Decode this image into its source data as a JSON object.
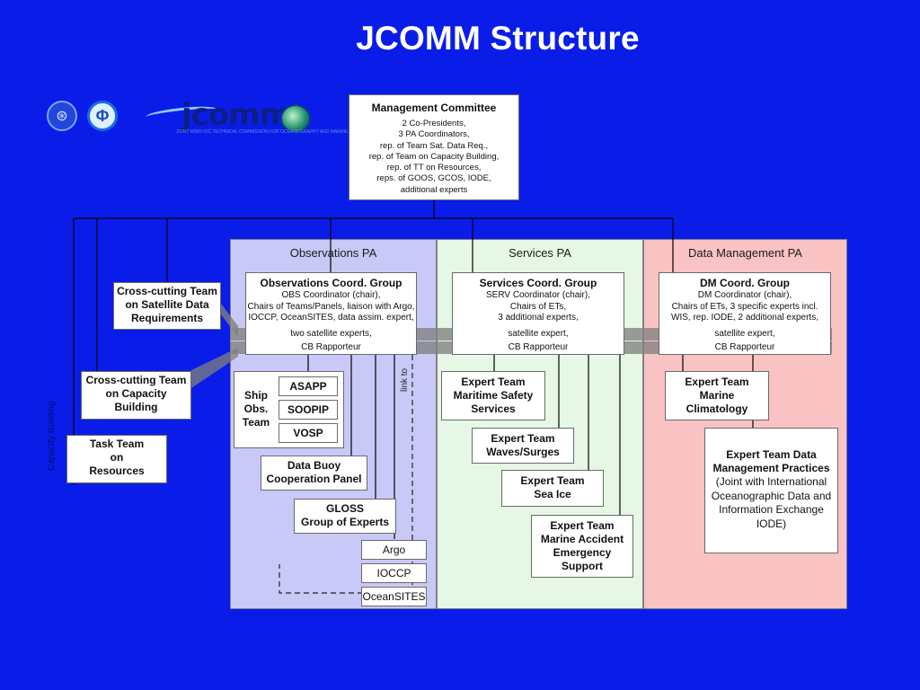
{
  "title": "JCOMM Structure",
  "logos": {
    "un_icon": "un-emblem-icon",
    "ioc_icon": "ioc-emblem-icon",
    "jcomm_text": "jcomm",
    "jcomm_sub": "JOINT WMO-IOC TECHNICAL COMMISSION FOR OCEANOGRAPHY AND MARINE METEOROLOGY"
  },
  "management_committee": {
    "title": "Management Committee",
    "lines": [
      "2 Co-Presidents,",
      "3 PA Coordinators,",
      "rep. of Team Sat. Data Req.,",
      "rep. of Team on Capacity Building,",
      "rep. of TT on Resources,",
      "reps. of GOOS, GCOS, IODE,",
      "additional experts"
    ]
  },
  "program_areas": {
    "observations": {
      "title": "Observations PA",
      "group_title": "Observations Coord. Group",
      "group_lines": [
        "OBS Coordinator (chair),",
        "Chairs of Teams/Panels, liaison with Argo,",
        "IOCCP, OceanSITES, data assim. expert,"
      ],
      "band1": "two satellite experts,",
      "band2": "CB Rapporteur"
    },
    "services": {
      "title": "Services PA",
      "group_title": "Services Coord. Group",
      "group_lines": [
        "SERV Coordinator (chair),",
        "Chairs of ETs,",
        "3 additional experts,"
      ],
      "band1": "satellite expert,",
      "band2": "CB Rapporteur"
    },
    "data_management": {
      "title": "Data Management PA",
      "group_title": "DM Coord. Group",
      "group_lines": [
        "DM Coordinator (chair),",
        "Chairs of ETs, 3 specific experts incl.",
        "WIS, rep. IODE, 2 additional experts,"
      ],
      "band1": "satellite expert,",
      "band2": "CB Rapporteur"
    }
  },
  "side_teams": {
    "satellite": [
      "Cross-cutting Team",
      "on Satellite Data",
      "Requirements"
    ],
    "capacity": [
      "Cross-cutting Team",
      "on Capacity",
      "Building"
    ],
    "resources": [
      "Task Team",
      "on",
      "Resources"
    ],
    "capacity_label": "Capacity Building"
  },
  "observations_teams": {
    "ship_obs": [
      "Ship",
      "Obs.",
      "Team"
    ],
    "asapp": "ASAPP",
    "soopip": "SOOPIP",
    "vosp": "VOSP",
    "data_buoy": [
      "Data Buoy",
      "Cooperation Panel"
    ],
    "gloss": [
      "GLOSS",
      "Group of Experts"
    ],
    "argo": "Argo",
    "ioccp": "IOCCP",
    "oceansites": "OceanSITES",
    "link_to": "link to"
  },
  "services_teams": {
    "maritime": [
      "Expert Team",
      "Maritime Safety",
      "Services"
    ],
    "waves": [
      "Expert Team",
      "Waves/Surges"
    ],
    "sea_ice": [
      "Expert Team",
      "Sea Ice"
    ],
    "accident": [
      "Expert Team",
      "Marine Accident",
      "Emergency",
      "Support"
    ]
  },
  "dm_teams": {
    "climatology": [
      "Expert Team",
      "Marine",
      "Climatology"
    ],
    "data_mgmt_title": [
      "Expert Team Data",
      "Management Practices"
    ],
    "data_mgmt_lines": [
      "(Joint with International",
      "Oceanographic Data and",
      "Information Exchange",
      "IODE)"
    ]
  },
  "colors": {
    "background": "#0a1de8",
    "observations_pa": "#c9c9f7",
    "services_pa": "#e6f7e6",
    "data_management_pa": "#fac3c3"
  }
}
